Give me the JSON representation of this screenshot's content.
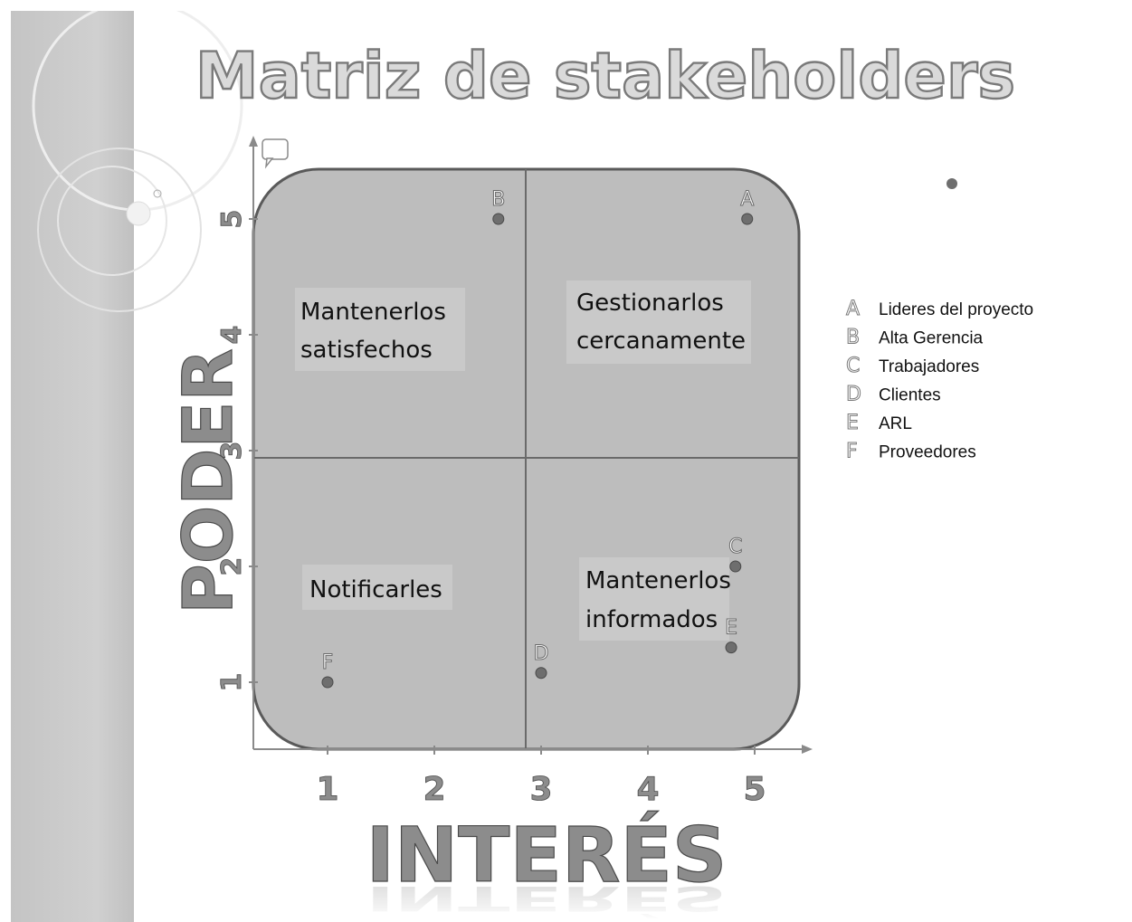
{
  "chart_data": {
    "type": "scatter",
    "title": "Matriz de stakeholders",
    "xlabel": "INTERÉS",
    "ylabel": "PODER",
    "xlim": [
      0.3,
      5.6
    ],
    "ylim": [
      0.4,
      5.7
    ],
    "x_ticks": [
      "1",
      "2",
      "3",
      "4",
      "5"
    ],
    "y_ticks": [
      "1",
      "2",
      "3",
      "4",
      "5"
    ],
    "quadrants": [
      {
        "position": "top-left",
        "label_lines": [
          "Mantenerlos",
          "satisfechos"
        ]
      },
      {
        "position": "top-right",
        "label_lines": [
          "Gestionarlos",
          "cercanamente"
        ]
      },
      {
        "position": "bottom-left",
        "label_lines": [
          "Notificarles"
        ]
      },
      {
        "position": "bottom-right",
        "label_lines": [
          "Mantenerlos",
          "informados"
        ]
      }
    ],
    "points": [
      {
        "label": "A",
        "name": "Lideres del proyecto",
        "x": 4.93,
        "y": 5.0
      },
      {
        "label": "B",
        "name": "Alta Gerencia",
        "x": 2.6,
        "y": 5.0
      },
      {
        "label": "C",
        "name": "Trabajadores",
        "x": 4.82,
        "y": 2.0
      },
      {
        "label": "D",
        "name": "Clientes",
        "x": 3.0,
        "y": 1.08
      },
      {
        "label": "E",
        "name": "ARL",
        "x": 4.78,
        "y": 1.3
      },
      {
        "label": "F",
        "name": "Proveedores",
        "x": 1.0,
        "y": 1.0
      }
    ],
    "grid": false,
    "legend_position": "right",
    "colors": {
      "quadrant_fill": "#bdbdbd",
      "border": "#5a5a5a",
      "point": "#6e6e6e",
      "axis": "#8a8a8a",
      "sidebar": "#c8c8c8"
    }
  }
}
